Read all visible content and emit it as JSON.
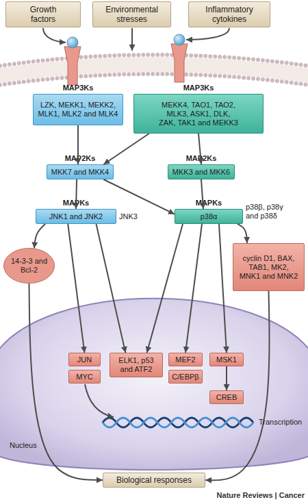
{
  "diagram": {
    "nodes": [
      {
        "text": [
          "Growth factors"
        ]
      },
      {
        "text": [
          "Environmental stresses"
        ]
      },
      {
        "text": [
          "Inflammatory cytokines"
        ]
      },
      {
        "text": [
          "MAP3Ks",
          "LZK, MEKK1, MEKK2, MLK1, MLK2 and MLK4"
        ]
      },
      {
        "text": [
          "MAP3Ks",
          "MEKK4, TAO1, TAO2, MLK3, ASK1, DLK, ZAK, TAK1 and MEKK3"
        ]
      },
      {
        "text": [
          "MAP2Ks",
          "MKK7 and MKK4"
        ]
      },
      {
        "text": [
          "MAP2Ks",
          "MKK3 and MKK6"
        ]
      },
      {
        "text": [
          "MAPKs",
          "JNK1 and JNK2"
        ]
      },
      {
        "text": [
          "MAPKs",
          "p38α"
        ]
      },
      {
        "text": [
          "14-3-3 and Bcl-2"
        ]
      },
      {
        "text": [
          "cyclin D1, BAX, TAB1, MK2, MNK1 and MNK2"
        ]
      },
      {
        "text": [
          "Nucleus"
        ]
      },
      {
        "text": [
          "JUN"
        ],
        "in": 11
      },
      {
        "text": [
          "MYC"
        ],
        "in": 11
      },
      {
        "text": [
          "ELK1, p53 and ATF2"
        ],
        "in": 11
      },
      {
        "text": [
          "MEF2"
        ],
        "in": 11
      },
      {
        "text": [
          "C/EBPβ"
        ],
        "in": 11
      },
      {
        "text": [
          "MSK1"
        ],
        "in": 11
      },
      {
        "text": [
          "CREB"
        ],
        "in": 11
      },
      {
        "text": [
          "Biological responses"
        ]
      }
    ],
    "edges": [
      {
        "from": 3,
        "to": 5,
        "arrow": "to"
      },
      {
        "from": 4,
        "to": 5,
        "arrow": "to"
      },
      {
        "from": 4,
        "to": 6,
        "arrow": "to"
      },
      {
        "from": 5,
        "to": 7,
        "arrow": "to"
      },
      {
        "from": 5,
        "to": 8,
        "arrow": "to"
      },
      {
        "from": 6,
        "to": 8,
        "arrow": "to"
      },
      {
        "from": 7,
        "to": 9,
        "arrow": "to"
      },
      {
        "from": 7,
        "to": 12,
        "arrow": "to"
      },
      {
        "from": 7,
        "to": 14,
        "arrow": "to"
      },
      {
        "from": 8,
        "to": 14,
        "arrow": "to"
      },
      {
        "from": 8,
        "to": 15,
        "arrow": "to"
      },
      {
        "from": 8,
        "to": 17,
        "arrow": "to"
      },
      {
        "from": 8,
        "to": 10,
        "arrow": "to"
      },
      {
        "from": 17,
        "to": 18,
        "arrow": "to"
      },
      {
        "from": 9,
        "to": 19,
        "arrow": "to"
      },
      {
        "from": 10,
        "to": 19,
        "arrow": "to"
      }
    ],
    "labels": [
      "JNK3",
      "p38β, p38γ and p38δ",
      "Transcription",
      "Nature Reviews | Cancer"
    ]
  }
}
